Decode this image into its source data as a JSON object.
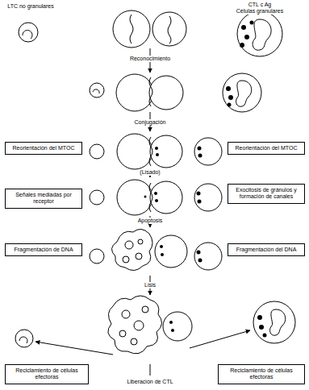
{
  "diagram": {
    "nodes": [
      {
        "text": [
          "Reorientación del MTOC"
        ]
      },
      {
        "text": [
          "Reorientación del MTOC"
        ]
      },
      {
        "text": [
          "Señales mediadas por receptor"
        ]
      },
      {
        "text": [
          "Exocitosis de gránulos y formación de canales"
        ]
      },
      {
        "text": [
          "Fragmentación de DNA"
        ]
      },
      {
        "text": [
          "Fragmentación del DNA"
        ]
      },
      {
        "text": [
          "Reciclamiento de células efectoras"
        ]
      },
      {
        "text": [
          "Reciclamiento de células efectoras"
        ]
      }
    ],
    "labels": [
      "LTC no granulares",
      "CTL c Ag",
      "Células granulares",
      "Reconocimiento",
      "Conjugación",
      "(Lisado)",
      "Apoptosis",
      "Lisis",
      "Liberación de CTL"
    ]
  }
}
